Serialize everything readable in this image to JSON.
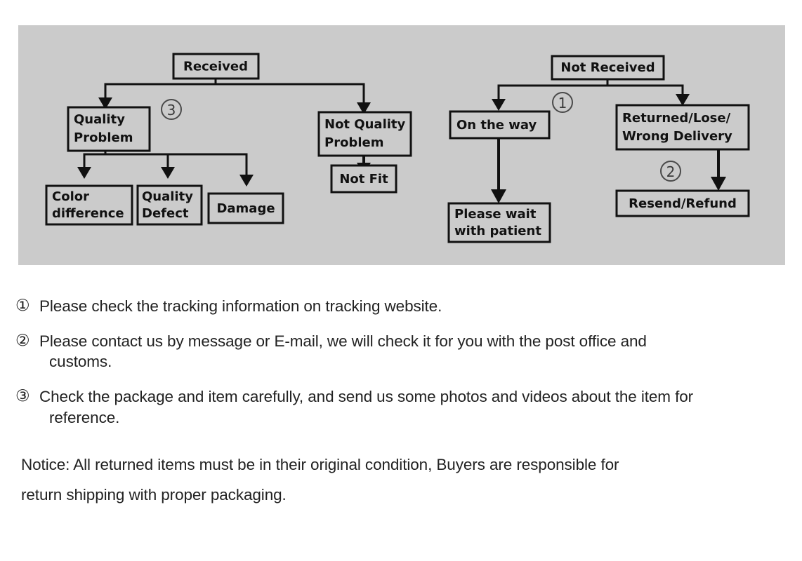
{
  "panel": {
    "background_color": "#cbcbcb",
    "border_color": "#111111"
  },
  "flowchart": {
    "type": "tree-diagram",
    "nodes": [
      {
        "id": "received",
        "label": "Received"
      },
      {
        "id": "quality-problem",
        "label_line1": "Quality",
        "label_line2": "Problem"
      },
      {
        "id": "not-quality-problem",
        "label_line1": "Not Quality",
        "label_line2": "Problem"
      },
      {
        "id": "color-difference",
        "label_line1": "Color",
        "label_line2": "difference"
      },
      {
        "id": "quality-defect",
        "label_line1": "Quality",
        "label_line2": "Defect"
      },
      {
        "id": "damage",
        "label": "Damage"
      },
      {
        "id": "not-fit",
        "label": "Not Fit"
      },
      {
        "id": "not-received",
        "label": "Not Received"
      },
      {
        "id": "on-the-way",
        "label": "On the way"
      },
      {
        "id": "returned-lose-wrong-delivery",
        "label_line1": "Returned/Lose/",
        "label_line2": "Wrong Delivery"
      },
      {
        "id": "please-wait",
        "label_line1": "Please wait",
        "label_line2": "with patient"
      },
      {
        "id": "resend-refund",
        "label": "Resend/Refund"
      }
    ],
    "markers": [
      {
        "id": "marker-3",
        "number": "3"
      },
      {
        "id": "marker-1",
        "number": "1"
      },
      {
        "id": "marker-2",
        "number": "2"
      }
    ]
  },
  "notes": [
    {
      "marker": "①",
      "text": "Please check the tracking information on tracking website.",
      "continuation": ""
    },
    {
      "marker": "②",
      "text": "Please contact us by message or E-mail, we will check it for you with the post office and",
      "continuation": "customs."
    },
    {
      "marker": "③",
      "text": "Check the package and item carefully, and send us some photos and videos about the item for",
      "continuation": "reference."
    }
  ],
  "notice": {
    "line1": "Notice: All returned items must be in their original condition, Buyers are responsible for",
    "line2": "return shipping with proper packaging."
  }
}
